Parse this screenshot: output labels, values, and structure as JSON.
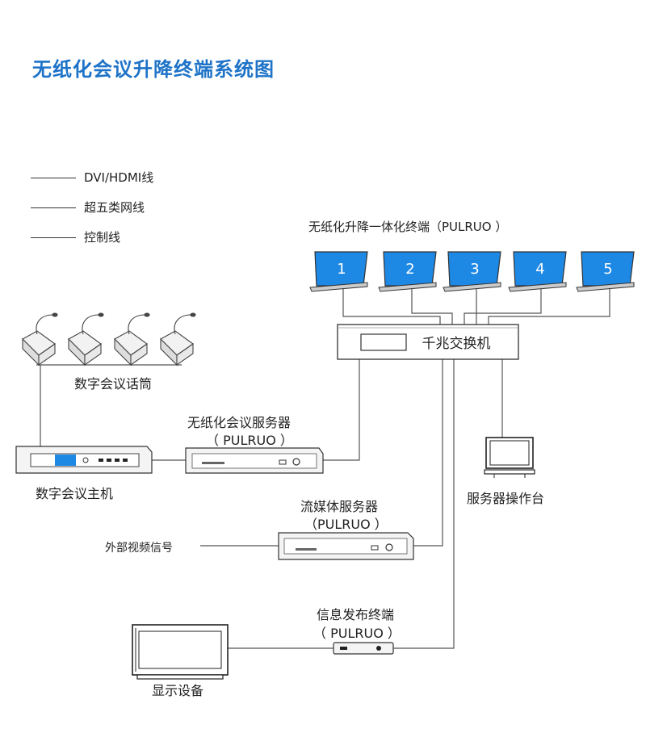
{
  "title": "无纸化会议升降终端系统图",
  "legend": [
    {
      "label": "DVI/HDMI线"
    },
    {
      "label": "超五类网线"
    },
    {
      "label": "控制线"
    }
  ],
  "terminals": {
    "label": "无纸化升降一体化终端（PULRUO ）",
    "items": [
      "1",
      "2",
      "3",
      "4",
      "5"
    ],
    "screen_color": "#1e88e5"
  },
  "switch": {
    "label": "千兆交换机"
  },
  "microphones": {
    "label": "数字会议话筒"
  },
  "host": {
    "label": "数字会议主机"
  },
  "conference_server": {
    "label": "无纸化会议服务器",
    "brand": "（ PULRUO ）"
  },
  "console": {
    "label": "服务器操作台"
  },
  "media_server": {
    "label": "流媒体服务器",
    "brand": "（PULRUO ）"
  },
  "external_video": {
    "label": "外部视频信号"
  },
  "info_terminal": {
    "label": "信息发布终端",
    "brand": "（ PULRUO ）"
  },
  "display": {
    "label": "显示设备"
  }
}
